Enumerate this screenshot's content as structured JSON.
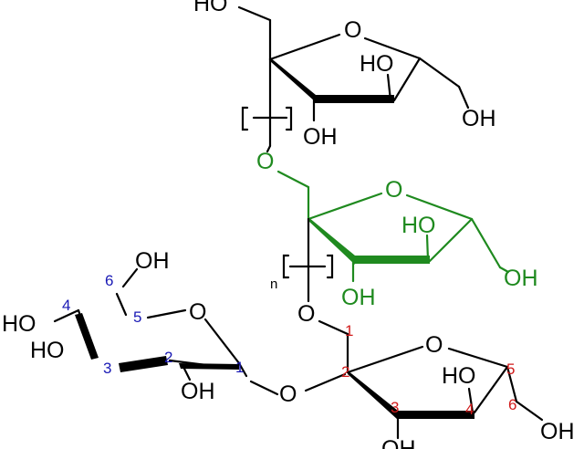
{
  "colors": {
    "black": "#000000",
    "green": "#1f8a1f",
    "blue": "#1a1ab5",
    "red": "#d11a1a"
  },
  "repeat_label": "n",
  "top_fructose": {
    "ho_ch2": "HO",
    "ring_o": "O",
    "ho_ring": "HO",
    "oh_right": "OH",
    "oh_bottom": "OH",
    "link_o": "O"
  },
  "middle_fructose": {
    "ring_o": "O",
    "ho_ring": "HO",
    "oh_right": "OH",
    "oh_bottom": "OH"
  },
  "glucose": {
    "oh_top": "OH",
    "ring_o": "O",
    "ho_left": "HO",
    "ho_lower": "HO",
    "oh_bottom": "OH",
    "numbers": [
      "6",
      "5",
      "4",
      "3",
      "2",
      "1"
    ]
  },
  "sucrose_fructose": {
    "glycosidic_o": "O",
    "link_o": "O",
    "ring_o": "O",
    "ho_ring": "HO",
    "oh_right": "OH",
    "oh_bottom": "OH",
    "numbers": [
      "1",
      "2",
      "3",
      "4",
      "5",
      "6"
    ]
  }
}
